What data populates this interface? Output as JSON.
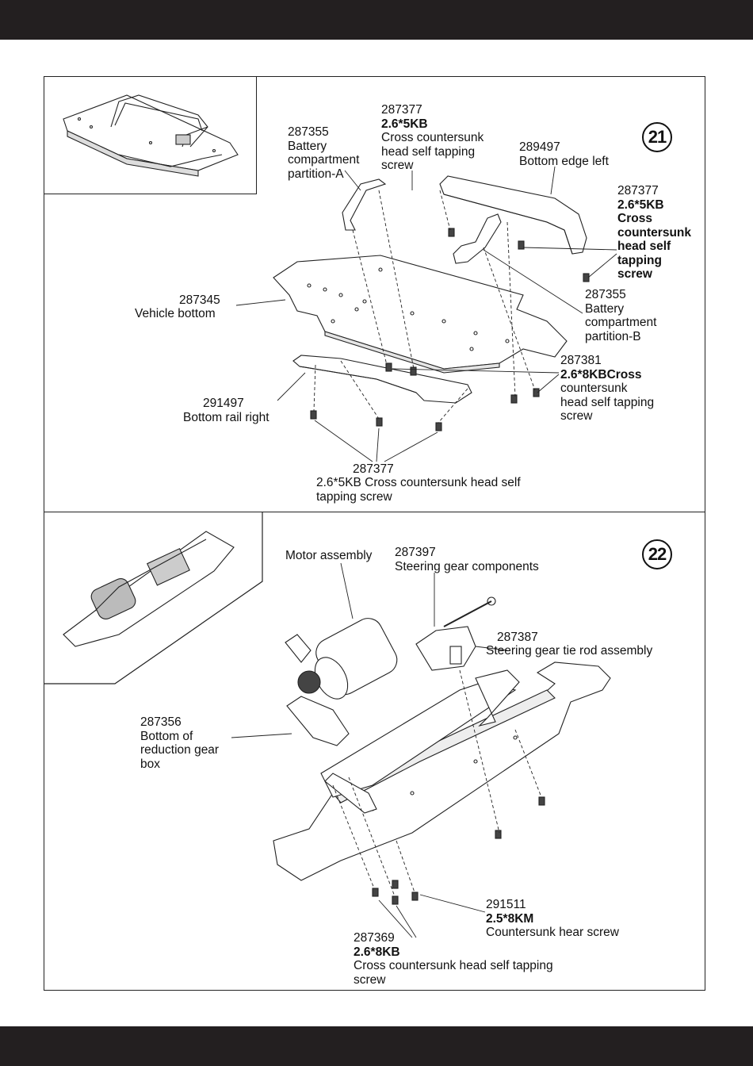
{
  "step21": {
    "number": "21",
    "parts": {
      "partition_a": {
        "code": "287355",
        "lines": [
          "Battery",
          "compartment",
          "partition-A"
        ]
      },
      "screw_top": {
        "code": "287377",
        "spec": "2.6*5KB",
        "lines": [
          "Cross countersunk",
          "head self tapping",
          "screw"
        ]
      },
      "edge_left": {
        "code": "289497",
        "lines": [
          "Bottom edge left"
        ]
      },
      "screw_right": {
        "code": "287377",
        "spec": "2.6*5KB",
        "lines": [
          "Cross",
          "countersunk",
          "head self",
          "tapping",
          "screw"
        ]
      },
      "vehicle_bottom": {
        "code": "287345",
        "lines": [
          "Vehicle bottom"
        ]
      },
      "partition_b": {
        "code": "287355",
        "lines": [
          "Battery",
          "compartment",
          "partition-B"
        ]
      },
      "screw_8kb": {
        "code": "287381",
        "spec": "2.6*8KBCross",
        "lines": [
          "countersunk",
          "head self tapping",
          "screw"
        ]
      },
      "rail_right": {
        "code": "291497",
        "lines": [
          "Bottom rail right"
        ]
      },
      "screw_bottom": {
        "code": "287377",
        "lines": [
          "2.6*5KB Cross countersunk head self",
          "tapping screw"
        ]
      }
    }
  },
  "step22": {
    "number": "22",
    "parts": {
      "motor": {
        "lines": [
          "Motor assembly"
        ]
      },
      "steering_gear": {
        "code": "287397",
        "lines": [
          "Steering gear components"
        ]
      },
      "tie_rod": {
        "code": "287387",
        "lines": [
          "Steering gear tie rod assembly"
        ]
      },
      "gear_box": {
        "code": "287356",
        "lines": [
          "Bottom of",
          "reduction gear",
          "box"
        ]
      },
      "countersunk": {
        "code": "291511",
        "spec": "2.5*8KM",
        "lines": [
          "Countersunk hear screw"
        ]
      },
      "screw_8kb": {
        "code": "287369",
        "spec": "2.6*8KB",
        "lines": [
          "Cross countersunk head self tapping",
          "screw"
        ]
      }
    }
  }
}
